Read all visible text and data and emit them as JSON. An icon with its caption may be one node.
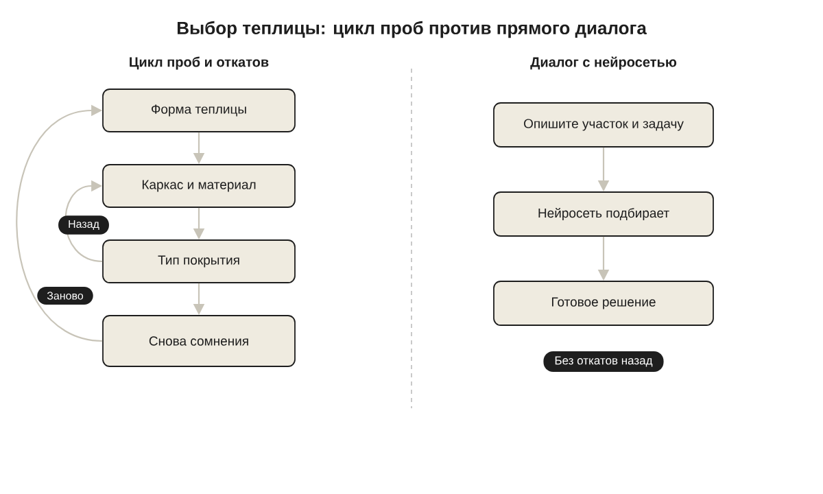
{
  "diagram": {
    "title": "Выбор теплицы: цикл проб против прямого диалога",
    "nodes": [
      {
        "text": [
          "Форма теплицы"
        ]
      },
      {
        "text": [
          "Каркас и материал"
        ]
      },
      {
        "text": [
          "Тип покрытия"
        ]
      },
      {
        "text": [
          "Снова сомнения"
        ]
      },
      {
        "text": [
          "Опишите участок и задачу"
        ]
      },
      {
        "text": [
          "Нейросеть подбирает"
        ]
      },
      {
        "text": [
          "Готовое решение"
        ]
      }
    ],
    "edges": [
      {
        "from": 0,
        "to": 1,
        "arrow": "to"
      },
      {
        "from": 1,
        "to": 2,
        "arrow": "to"
      },
      {
        "from": 2,
        "to": 3,
        "arrow": "to"
      },
      {
        "from": 2,
        "to": 1,
        "arrow": "to",
        "label": "Назад"
      },
      {
        "from": 3,
        "to": 0,
        "arrow": "to",
        "label": "Заново"
      },
      {
        "from": 4,
        "to": 5,
        "arrow": "to"
      },
      {
        "from": 5,
        "to": 6,
        "arrow": "to"
      }
    ],
    "labels": [
      "Цикл проб и откатов",
      "Диалог с нейросетью",
      "Без откатов назад"
    ]
  }
}
